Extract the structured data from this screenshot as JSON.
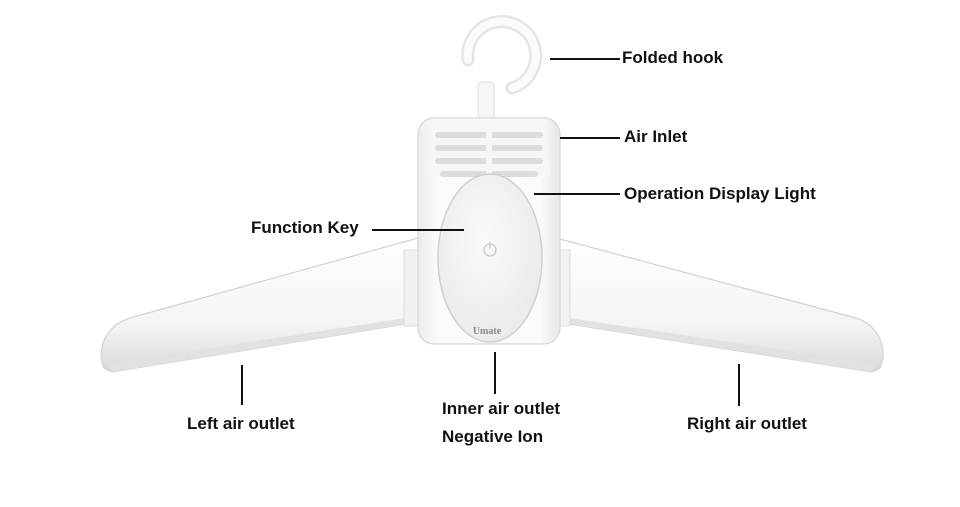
{
  "product": {
    "brand": "Umate"
  },
  "callouts": {
    "folded_hook": "Folded hook",
    "air_inlet": "Air Inlet",
    "operation_display_light": "Operation Display Light",
    "function_key": "Function Key",
    "left_air_outlet": "Left air outlet",
    "inner_air_outlet": "Inner air outlet",
    "negative_ion": "Negative Ion",
    "right_air_outlet": "Right air outlet"
  },
  "colors": {
    "body_white": "#f9f9f9",
    "shade": "#e2e2e2",
    "line": "#111111"
  }
}
